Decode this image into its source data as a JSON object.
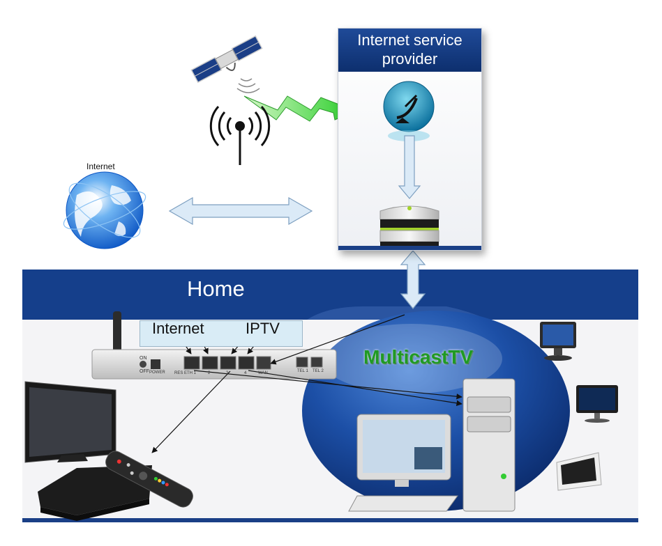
{
  "isp": {
    "title_line1": "Internet service",
    "title_line2": "provider"
  },
  "home": {
    "title": "Home"
  },
  "internet_globe": {
    "label": "Internet"
  },
  "router": {
    "port_label_internet": "Internet",
    "port_label_iptv": "IPTV",
    "switch_on": "ON",
    "switch_off": "OFF",
    "power_label": "POWER",
    "res_label": "RES ETH 1",
    "port2_label": "2",
    "port3_label": "3",
    "port4_label": "4",
    "wan_label": "WAN",
    "tel1_label": "TEL 1",
    "tel2_label": "TEL 2"
  },
  "network": {
    "label": "MulticastTV"
  },
  "colors": {
    "panel_blue": "#1a3f86",
    "arrow_fill": "#dbeaf7",
    "arrow_stroke": "#7d9fc0",
    "signal_green": "#3bd13b",
    "multicast_green": "#1f9a24",
    "bubble_blue": "#1c4fa6"
  },
  "icons": [
    "satellite-icon",
    "radio-tower-icon",
    "satellite-dish-icon",
    "server-icon",
    "globe-icon",
    "router-icon",
    "tv-icon",
    "settop-box-icon",
    "remote-icon",
    "desktop-pc-icon",
    "monitor-icon"
  ]
}
